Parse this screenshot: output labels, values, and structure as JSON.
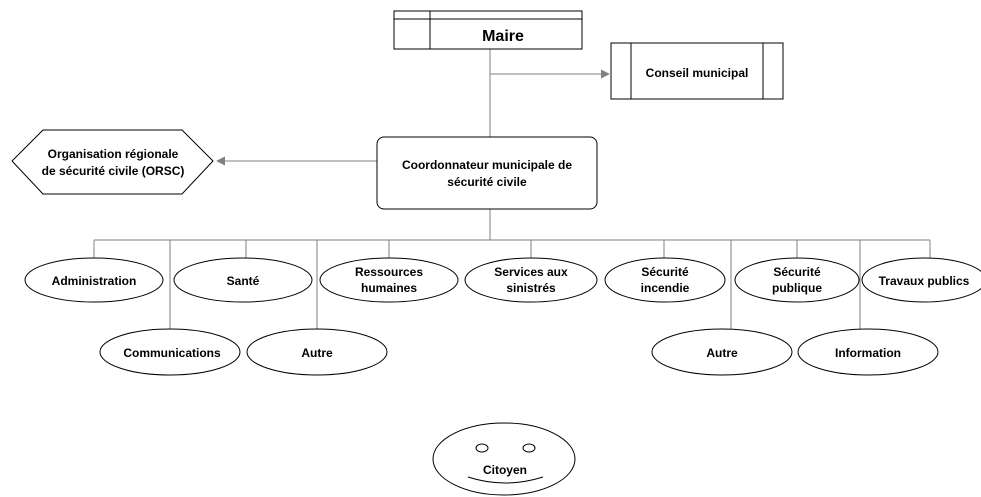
{
  "diagram": {
    "maire": "Maire",
    "conseil": "Conseil municipal",
    "coordonnateur": [
      "Coordonnateur municipale de",
      "sécurité civile"
    ],
    "orsc": [
      "Organisation régionale",
      "de sécurité civile (ORSC)"
    ],
    "departments": {
      "administration": "Administration",
      "communications": "Communications",
      "sante": "Santé",
      "autre_gauche": "Autre",
      "ressources_humaines": [
        "Ressources",
        "humaines"
      ],
      "services_sinistres": [
        "Services aux",
        "sinistrés"
      ],
      "securite_incendie": [
        "Sécurité",
        "incendie"
      ],
      "autre_droite": "Autre",
      "securite_publique": [
        "Sécurité",
        "publique"
      ],
      "information": "Information",
      "travaux_publics": "Travaux publics"
    },
    "citoyen": "Citoyen"
  }
}
